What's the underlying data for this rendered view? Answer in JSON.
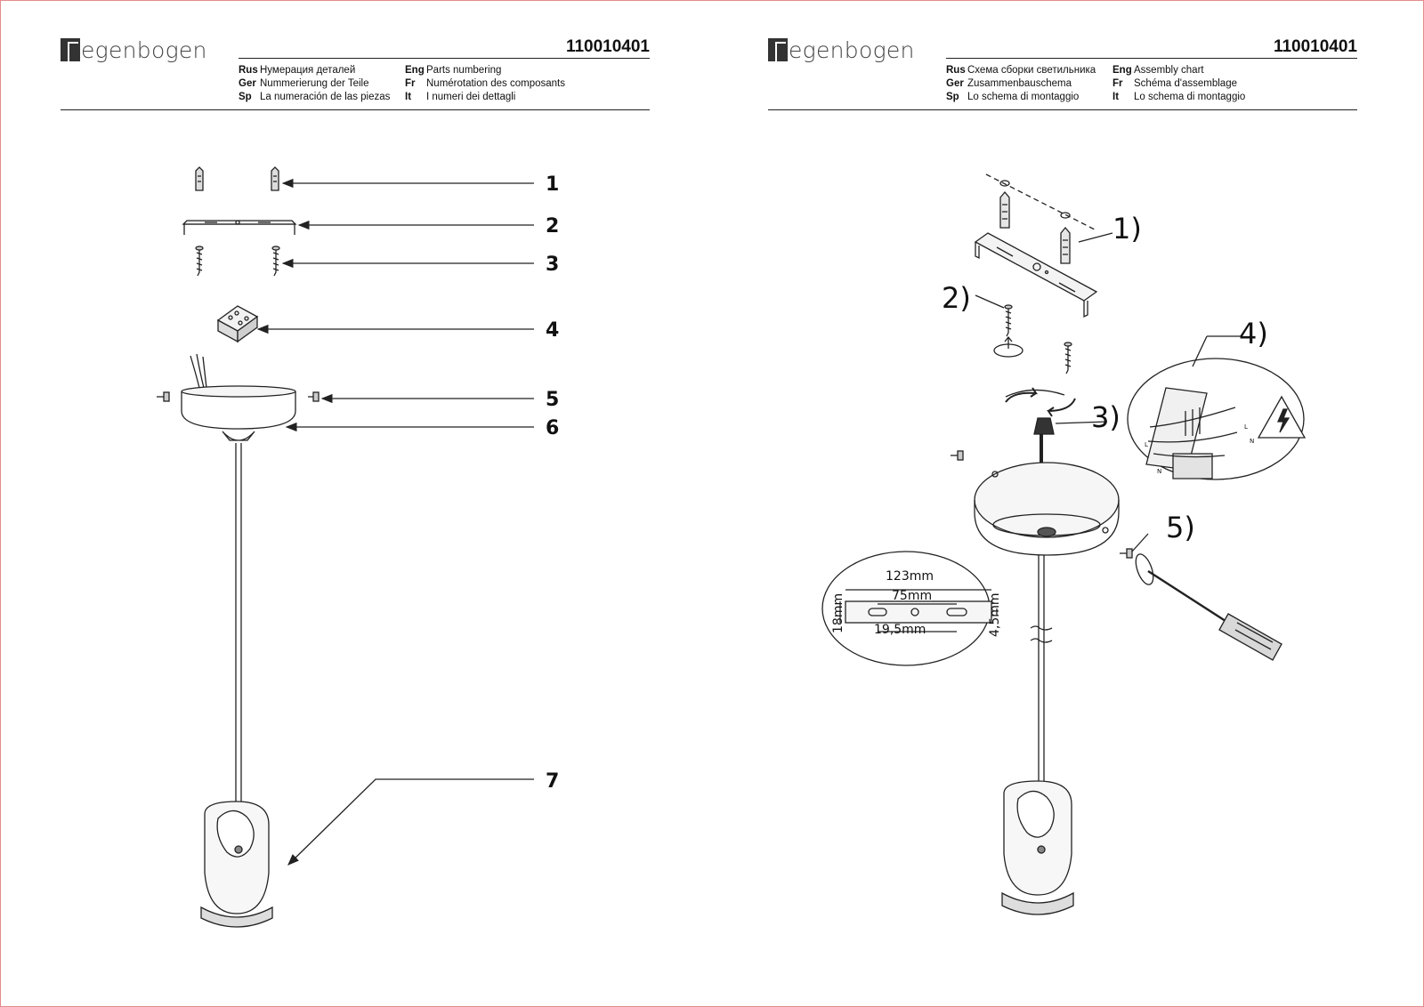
{
  "brand": {
    "logo_text": "egenbogen"
  },
  "left_page": {
    "doc_number": "110010401",
    "headings": [
      {
        "code": "Rus",
        "text": "Нумерация деталей"
      },
      {
        "code": "Ger",
        "text": "Nummerierung der Teile"
      },
      {
        "code": "Sp",
        "text": "La numeración de las piezas"
      },
      {
        "code": "Eng",
        "text": "Parts numbering"
      },
      {
        "code": "Fr",
        "text": "Numérotation des composants"
      },
      {
        "code": "It",
        "text": "I numeri dei dettagli"
      }
    ],
    "part_numbers": [
      "1",
      "2",
      "3",
      "4",
      "5",
      "6",
      "7"
    ]
  },
  "right_page": {
    "doc_number": "110010401",
    "headings": [
      {
        "code": "Rus",
        "text": "Схема сборки светильника"
      },
      {
        "code": "Ger",
        "text": "Zusammenbauschema"
      },
      {
        "code": "Sp",
        "text": "Lo schema di montaggio"
      },
      {
        "code": "Eng",
        "text": "Assembly chart"
      },
      {
        "code": "Fr",
        "text": "Schéma d'assemblage"
      },
      {
        "code": "It",
        "text": "Lo schema di montaggio"
      }
    ],
    "steps": [
      "1)",
      "2)",
      "3)",
      "4)",
      "5)"
    ],
    "dimensions": [
      "123mm",
      "75mm",
      "18mm",
      "19,5mm",
      "4,5mm"
    ],
    "wire_labels": [
      "L",
      "N",
      "L",
      "N"
    ]
  },
  "colors": {
    "line": "#222222",
    "frame": "#e58a8a",
    "shade": "#9a9a9a"
  }
}
